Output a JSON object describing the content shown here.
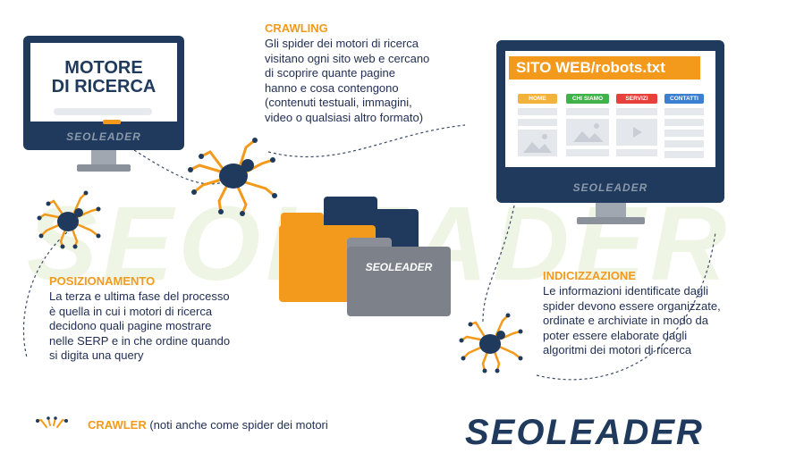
{
  "watermark": "SEOLEADER",
  "left_monitor": {
    "title_line1": "MOTORE",
    "title_line2": "DI RICERCA",
    "brand": "SEOLEADER"
  },
  "right_monitor": {
    "site_title": "SITO WEB/robots.txt",
    "nav": [
      "HOME",
      "CHI SIAMO",
      "SERVIZI",
      "CONTATTI"
    ],
    "brand": "SEOLEADER"
  },
  "folder_brand": "SEOLEADER",
  "crawling": {
    "heading": "CRAWLING",
    "lines": [
      "Gli spider dei motori di ricerca",
      "visitano ogni sito web e cercano",
      "di scoprire quante pagine",
      "hanno e cosa contengono",
      "(contenuti testuali, immagini,",
      "video o qualsiasi altro formato)"
    ]
  },
  "posizionamento": {
    "heading": "POSIZIONAMENTO",
    "lines": [
      "La terza e ultima fase del processo",
      "è quella in cui i motori di ricerca",
      "decidono quali pagine mostrare",
      "nelle SERP e in che ordine quando",
      "si digita una query"
    ]
  },
  "indicizzazione": {
    "heading": "INDICIZZAZIONE",
    "lines": [
      "Le informazioni identificate dagli",
      "spider devono essere organizzate,",
      "ordinate e archiviate in modo da",
      "poter essere elaborate dagli",
      "algoritmi dei motori di ricerca"
    ]
  },
  "crawler_note": {
    "heading": "CRAWLER",
    "text": "(noti anche come spider dei motori"
  },
  "bottom_logo": "SEOLEADER",
  "colors": {
    "navy": "#1f3a5c",
    "orange": "#f39a1c",
    "grey": "#7d828a",
    "nav_home": "#f3b23a",
    "nav_chi_siamo": "#3fb24a",
    "nav_servizi": "#e8413c",
    "nav_contatti": "#3a7fd0"
  },
  "icons": [
    "spider-icon",
    "folder-icon",
    "monitor-icon",
    "image-placeholder-icon",
    "play-icon"
  ]
}
